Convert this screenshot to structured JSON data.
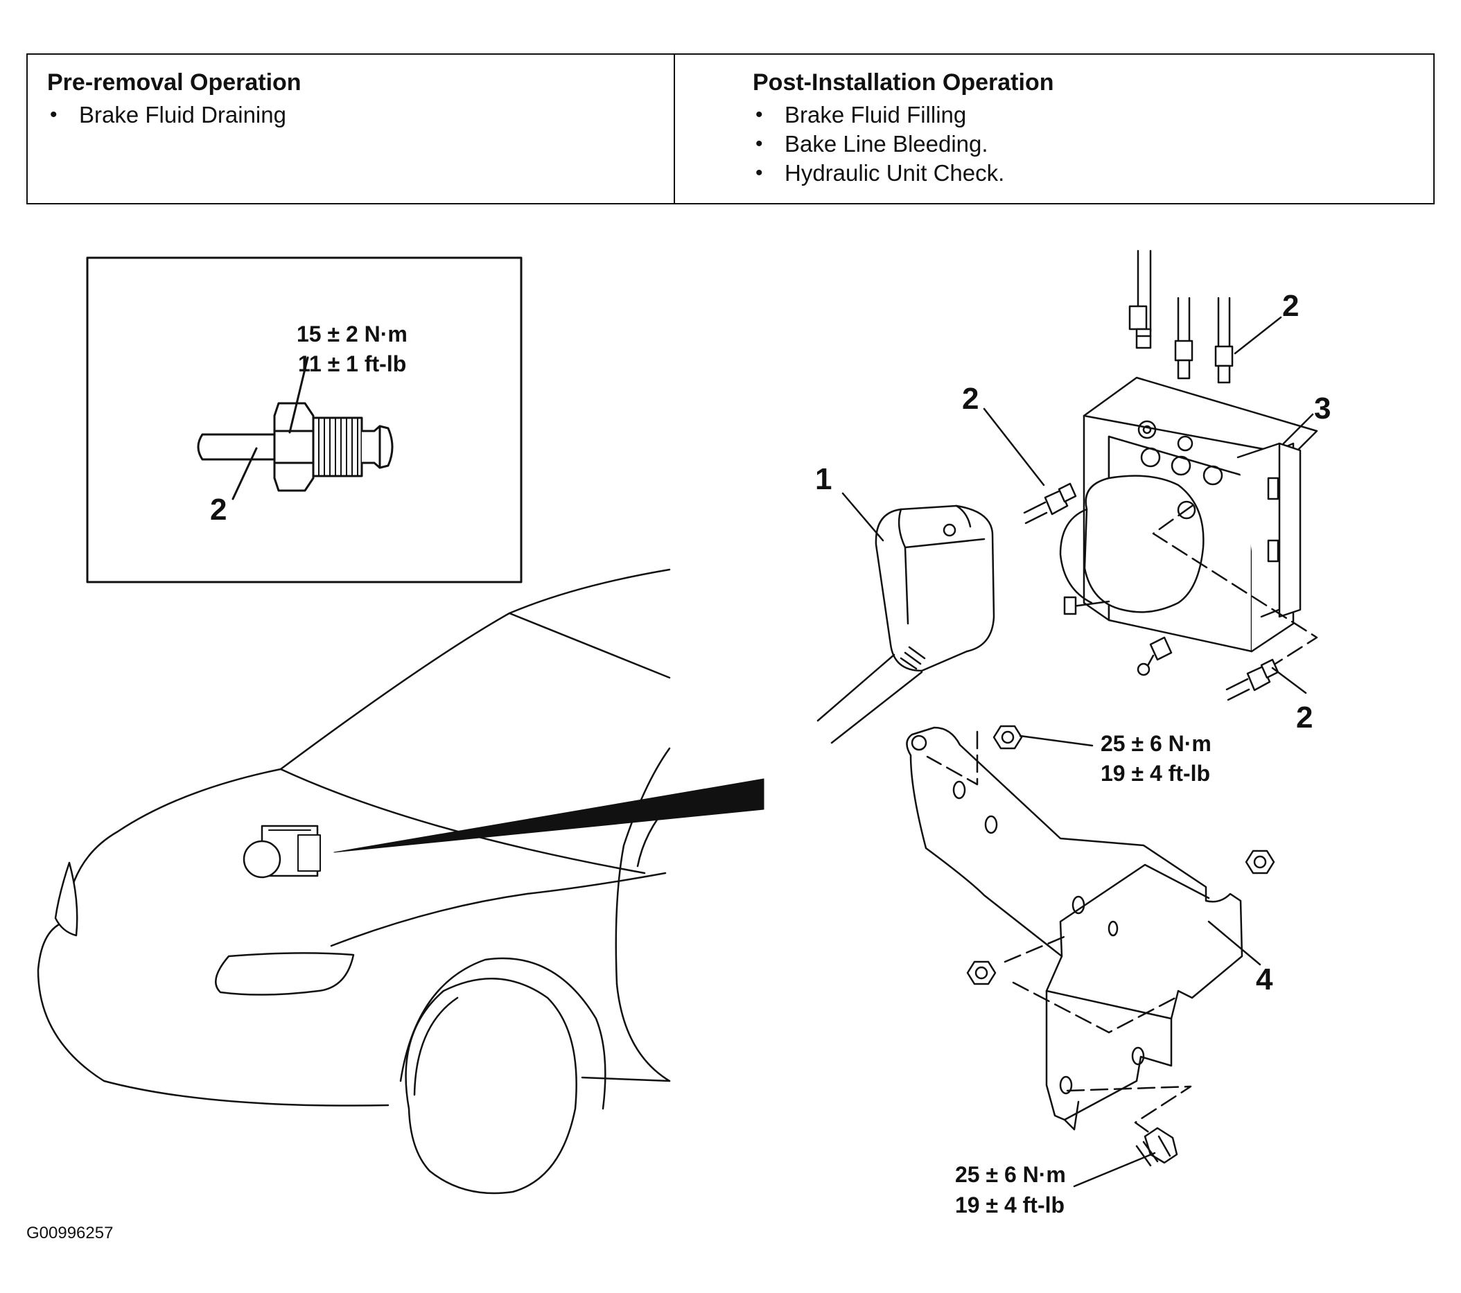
{
  "pre_removal": {
    "title": "Pre-removal Operation",
    "items": [
      "Brake Fluid Draining"
    ]
  },
  "post_installation": {
    "title": "Post-Installation Operation",
    "items": [
      "Brake Fluid Filling",
      "Bake Line Bleeding.",
      "Hydraulic Unit Check."
    ]
  },
  "callouts": {
    "inset_part": "2",
    "connector": "1",
    "tube_top_right": "2",
    "tube_upper_left": "2",
    "hydraulic_unit": "3",
    "tube_lower_right": "2",
    "bracket": "4"
  },
  "torques": {
    "inset": {
      "nm": "15 ± 2 N·m",
      "ftlb": "11 ± 1 ft-lb"
    },
    "bracket_nut": {
      "nm": "25 ± 6 N·m",
      "ftlb": "19 ± 4 ft-lb"
    },
    "bracket_bolt": {
      "nm": "25 ± 6 N·m",
      "ftlb": "19 ± 4 ft-lb"
    }
  },
  "figure_id": "G00996257"
}
